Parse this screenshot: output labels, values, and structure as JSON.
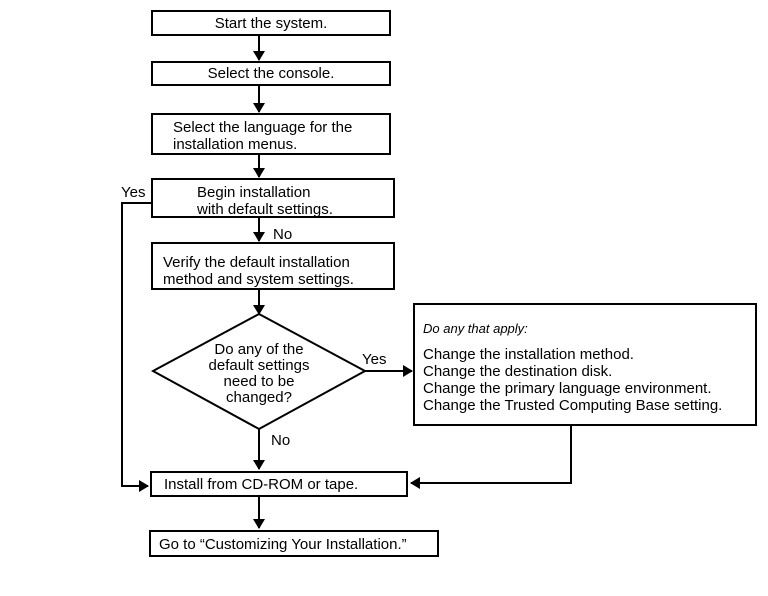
{
  "steps": {
    "start": "Start the system.",
    "console": "Select the console.",
    "language": [
      "Select the language for the",
      "installation menus."
    ],
    "begin": [
      "Begin installation",
      "with default settings."
    ],
    "verify": [
      "Verify the default installation",
      "method and system settings."
    ],
    "decision": [
      "Do any of the",
      "default settings",
      "need to be",
      "changed?"
    ],
    "install": "Install from CD-ROM or tape.",
    "goto": "Go to “Customizing Your Installation.”"
  },
  "options_box": {
    "title": "Do any that apply:",
    "items": [
      "Change the installation method.",
      "Change the destination disk.",
      "Change the primary language environment.",
      "Change the Trusted Computing Base setting."
    ]
  },
  "edge_labels": {
    "begin_yes": "Yes",
    "begin_no": "No",
    "decision_yes": "Yes",
    "decision_no": "No"
  }
}
